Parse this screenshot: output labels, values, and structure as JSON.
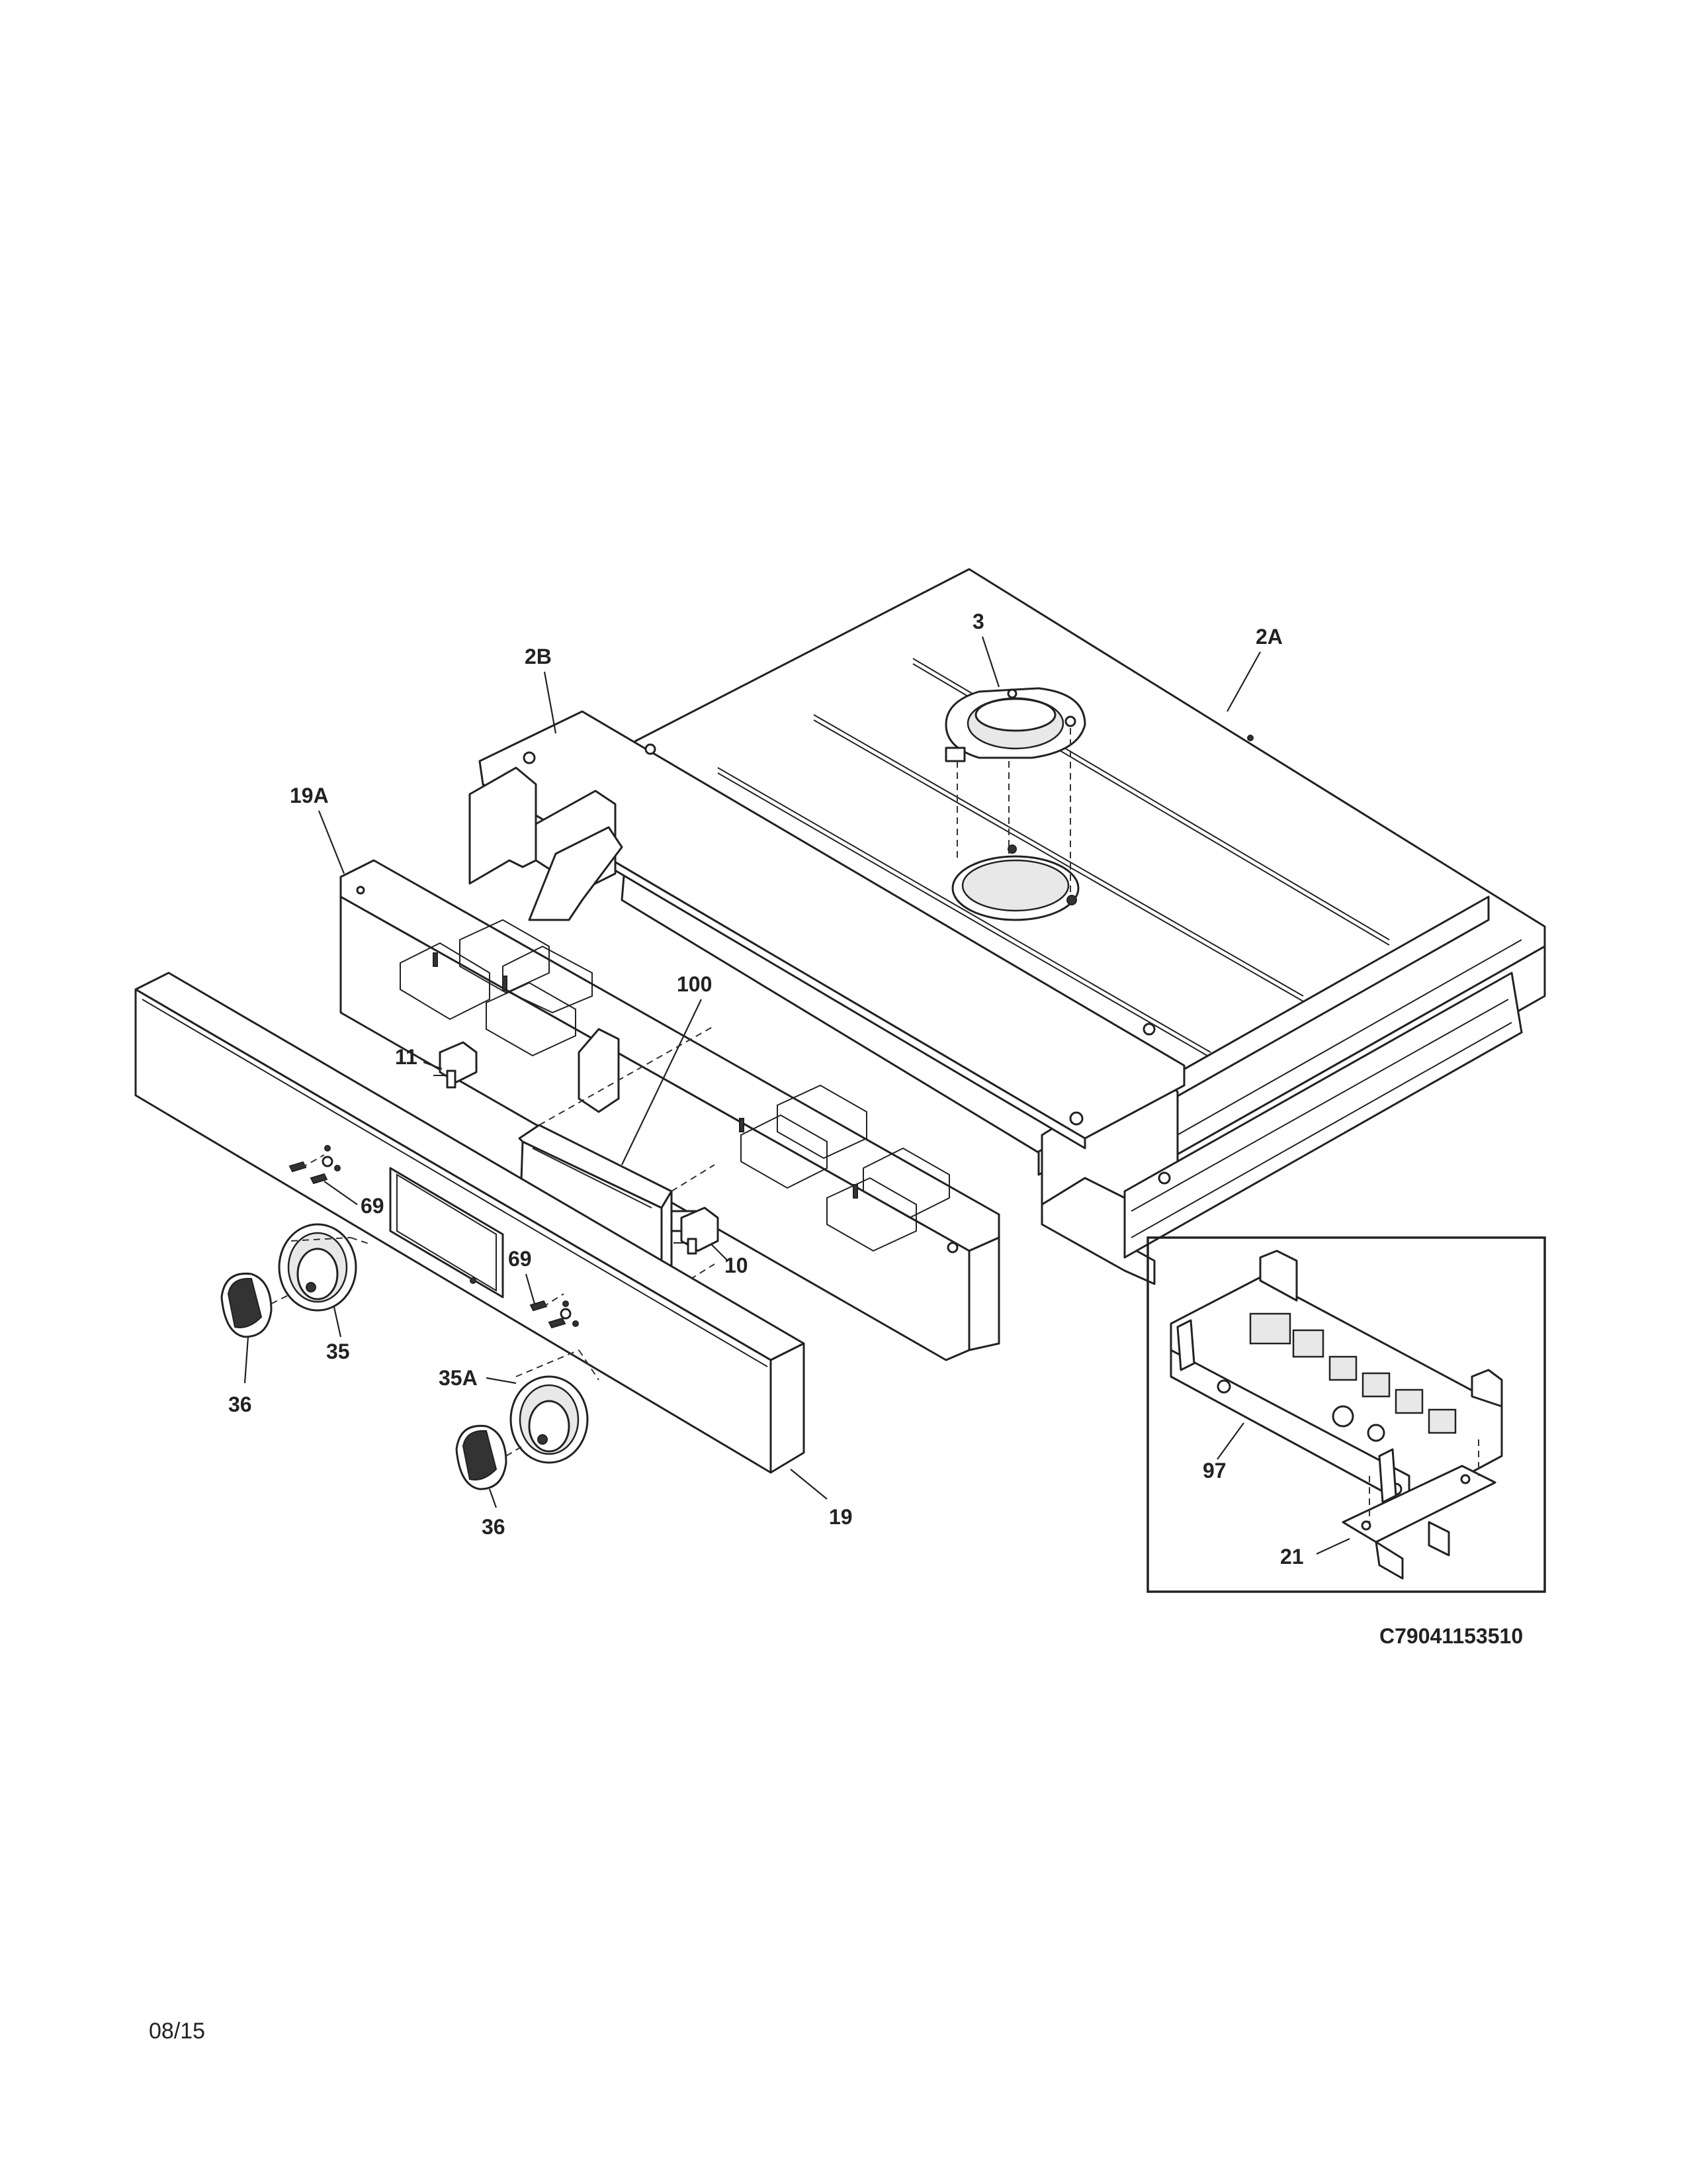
{
  "callouts": {
    "c3": "3",
    "c2A": "2A",
    "c2B": "2B",
    "c19A": "19A",
    "c100": "100",
    "c11": "11",
    "c69a": "69",
    "c69b": "69",
    "c10": "10",
    "c35": "35",
    "c36a": "36",
    "c35A": "35A",
    "c36b": "36",
    "c19": "19",
    "c97": "97",
    "c21": "21"
  },
  "drawing_number": "C79041153510",
  "date_code": "08/15"
}
